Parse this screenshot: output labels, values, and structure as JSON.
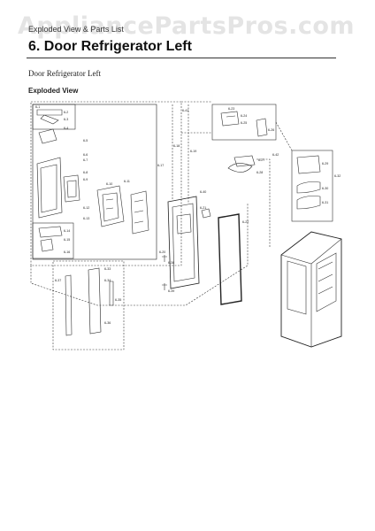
{
  "watermark": "AppliancePartsPros.com",
  "header": {
    "small": "Exploded View & Parts List"
  },
  "title": "6.  Door Refrigerator Left",
  "subtitle": "Door Refrigerator Left",
  "section": "Exploded View",
  "callouts": [
    {
      "id": "c1",
      "text": "6-1"
    },
    {
      "id": "c2",
      "text": "6-2"
    },
    {
      "id": "c3",
      "text": "6-3"
    },
    {
      "id": "c4",
      "text": "6-4"
    },
    {
      "id": "c5",
      "text": "6-5"
    },
    {
      "id": "c6",
      "text": "6-6"
    },
    {
      "id": "c7",
      "text": "6-7"
    },
    {
      "id": "c8",
      "text": "6-8"
    },
    {
      "id": "c9",
      "text": "6-9"
    },
    {
      "id": "c10",
      "text": "6-10"
    },
    {
      "id": "c11",
      "text": "6-11"
    },
    {
      "id": "c12",
      "text": "6-12"
    },
    {
      "id": "c13",
      "text": "6-13"
    },
    {
      "id": "c14",
      "text": "6-14"
    },
    {
      "id": "c15",
      "text": "6-15"
    },
    {
      "id": "c16",
      "text": "6-16"
    },
    {
      "id": "c17",
      "text": "6-17"
    },
    {
      "id": "c18",
      "text": "6-18"
    },
    {
      "id": "c19",
      "text": "6-19"
    },
    {
      "id": "c20",
      "text": "6-20"
    },
    {
      "id": "c21",
      "text": "6-21"
    },
    {
      "id": "c22",
      "text": "6-22"
    },
    {
      "id": "c23",
      "text": "6-23"
    },
    {
      "id": "c24",
      "text": "6-24"
    },
    {
      "id": "c25",
      "text": "6-25"
    },
    {
      "id": "c26",
      "text": "6-26"
    },
    {
      "id": "c27",
      "text": "6-27"
    },
    {
      "id": "c28",
      "text": "6-28"
    },
    {
      "id": "c29",
      "text": "6-29"
    },
    {
      "id": "c30",
      "text": "6-30"
    },
    {
      "id": "c31",
      "text": "6-31"
    },
    {
      "id": "c32",
      "text": "6-32"
    },
    {
      "id": "c33",
      "text": "6-33"
    },
    {
      "id": "c34",
      "text": "6-34"
    },
    {
      "id": "c35",
      "text": "6-35"
    },
    {
      "id": "c36",
      "text": "6-36"
    },
    {
      "id": "c37",
      "text": "6-37"
    },
    {
      "id": "c38",
      "text": "6-38"
    },
    {
      "id": "c39",
      "text": "6-39"
    },
    {
      "id": "c40",
      "text": "6-40"
    },
    {
      "id": "c41",
      "text": "6-41"
    },
    {
      "id": "c42",
      "text": "6-42"
    }
  ]
}
